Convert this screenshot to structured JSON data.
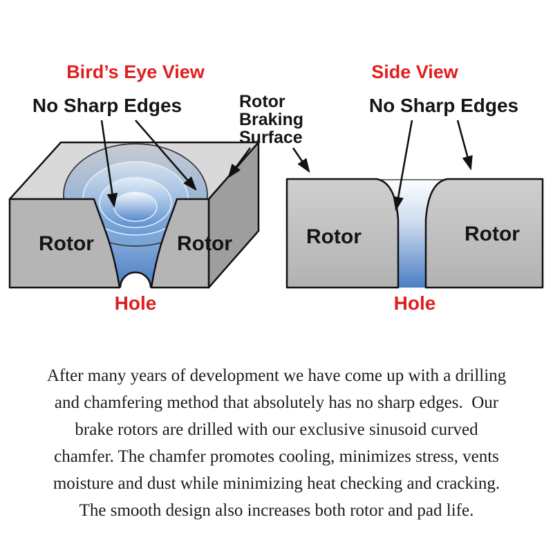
{
  "labels": {
    "birds_eye_title": "Bird’s Eye View",
    "side_view_title": "Side View",
    "no_sharp_edges_left": "No Sharp Edges",
    "no_sharp_edges_right": "No Sharp Edges",
    "braking_surface_line1": "Rotor",
    "braking_surface_line2": "Braking",
    "braking_surface_line3": "Surface",
    "rotor_birdseye_left": "Rotor",
    "rotor_birdseye_right": "Rotor",
    "rotor_side_left": "Rotor",
    "rotor_side_right": "Rotor",
    "hole_birdseye": "Hole",
    "hole_side": "Hole"
  },
  "colors": {
    "label_red": "#e01e1e",
    "text_black": "#151515",
    "rotor_gray": "#b5b5b5",
    "rotor_top_gray": "#d9d9d9",
    "hole_blue": "#4a7cc2"
  },
  "paragraph": {
    "lines": [
      "After many years of development we have come up with a drilling",
      "and chamfering method that absolutely has no sharp edges.  Our",
      "brake rotors are drilled with our exclusive sinusoid curved",
      "chamfer. The chamfer promotes cooling, minimizes stress, vents",
      "moisture and dust while minimizing heat checking and cracking.",
      "The smooth design also increases both rotor and pad life."
    ]
  }
}
